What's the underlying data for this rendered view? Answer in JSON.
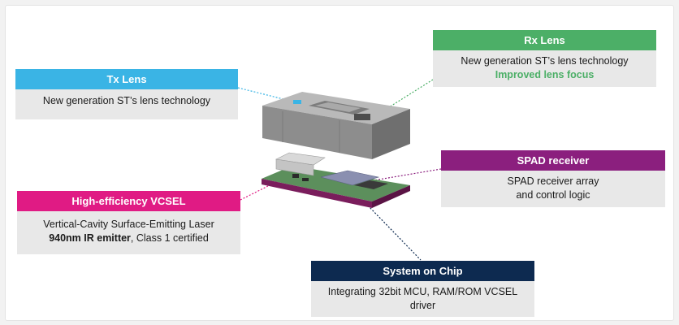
{
  "colors": {
    "tx": "#3ab4e5",
    "rx": "#4caf67",
    "spad": "#8b1f7e",
    "vcsel": "#e01b84",
    "soc": "#0d2a50",
    "rx_highlight": "#4caf67"
  },
  "callouts": {
    "tx": {
      "title": "Tx Lens",
      "line1": "New generation ST’s lens technology"
    },
    "rx": {
      "title": "Rx Lens",
      "line1": "New generation ST’s lens technology",
      "line2": "Improved lens focus"
    },
    "spad": {
      "title": "SPAD receiver",
      "line1": "SPAD receiver array",
      "line2": "and control logic"
    },
    "vcsel": {
      "title": "High-efficiency VCSEL",
      "line1": "Vertical-Cavity Surface-Emitting Laser",
      "line2_bold": "940nm IR emitter",
      "line2_rest": ", Class 1 certified"
    },
    "soc": {
      "title": "System on Chip",
      "line1": "Integrating 32bit MCU, RAM/ROM VCSEL",
      "line2": "driver"
    }
  }
}
